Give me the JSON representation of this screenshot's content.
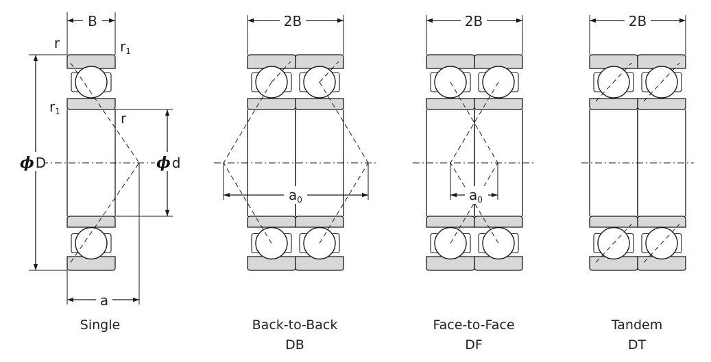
{
  "labels": {
    "B": "B",
    "twoB": "2B",
    "r": "r",
    "r1_base": "r",
    "r1_sub": "1",
    "phi": "ϕ",
    "D": "D",
    "d": "d",
    "a": "a",
    "a0_base": "a",
    "a0_sub": "0"
  },
  "captions": {
    "single": "Single",
    "db_line1": "Back-to-Back",
    "db_line2": "DB",
    "df_line1": "Face-to-Face",
    "df_line2": "DF",
    "dt_line1": "Tandem",
    "dt_line2": "DT"
  },
  "colors": {
    "ring_fill": "#d8d8d8",
    "line": "#1a1a1a",
    "background": "#ffffff"
  }
}
